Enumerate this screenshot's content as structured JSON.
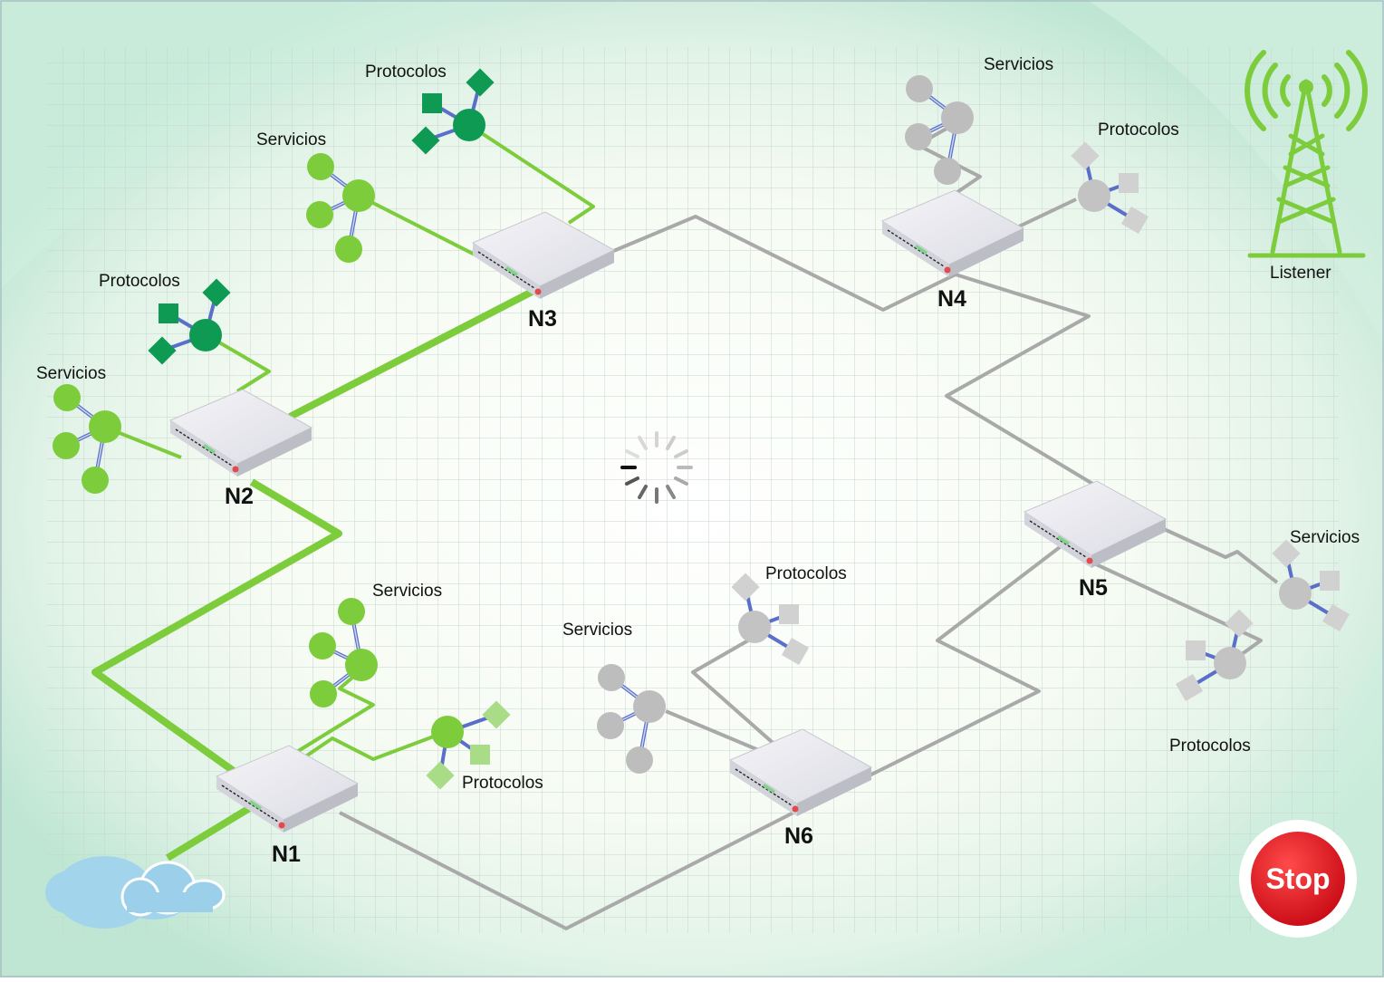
{
  "nodes": [
    {
      "id": "N1",
      "label": "N1"
    },
    {
      "id": "N2",
      "label": "N2"
    },
    {
      "id": "N3",
      "label": "N3"
    },
    {
      "id": "N4",
      "label": "N4"
    },
    {
      "id": "N5",
      "label": "N5"
    },
    {
      "id": "N6",
      "label": "N6"
    }
  ],
  "clusters": {
    "n3_protocolos": "Protocolos",
    "n3_servicios": "Servicios",
    "n2_protocolos": "Protocolos",
    "n2_servicios": "Servicios",
    "n1_servicios": "Servicios",
    "n1_protocolos": "Protocolos",
    "n4_servicios": "Servicios",
    "n4_protocolos": "Protocolos",
    "n5_servicios": "Servicios",
    "n5_protocolos": "Protocolos",
    "n6_servicios": "Servicios",
    "n6_protocolos": "Protocolos"
  },
  "listener_label": "Listener",
  "stop_label": "Stop",
  "colors": {
    "active_green": "#7dcc3c",
    "dark_green": "#0e9a52",
    "inactive_gray": "#a8a8a8",
    "stop_red": "#e0131d"
  }
}
